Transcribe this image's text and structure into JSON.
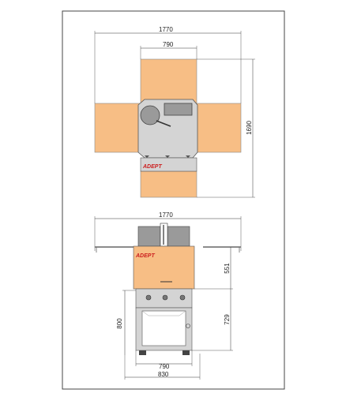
{
  "top_view": {
    "dim_total_width": "1770",
    "dim_body_width": "790",
    "dim_depth": "1690",
    "brand": "ADEPT"
  },
  "front_view": {
    "dim_total_width": "1770",
    "dim_upper_height": "551",
    "dim_lower_height": "729",
    "dim_cabinet_height": "800",
    "dim_base_inner": "790",
    "dim_base_outer": "830",
    "brand": "ADEPT"
  },
  "colors": {
    "table_orange": "#f7be85",
    "body_grey": "#d4d4d4",
    "frame": "#555555",
    "brand_red": "#cc1f1f"
  }
}
